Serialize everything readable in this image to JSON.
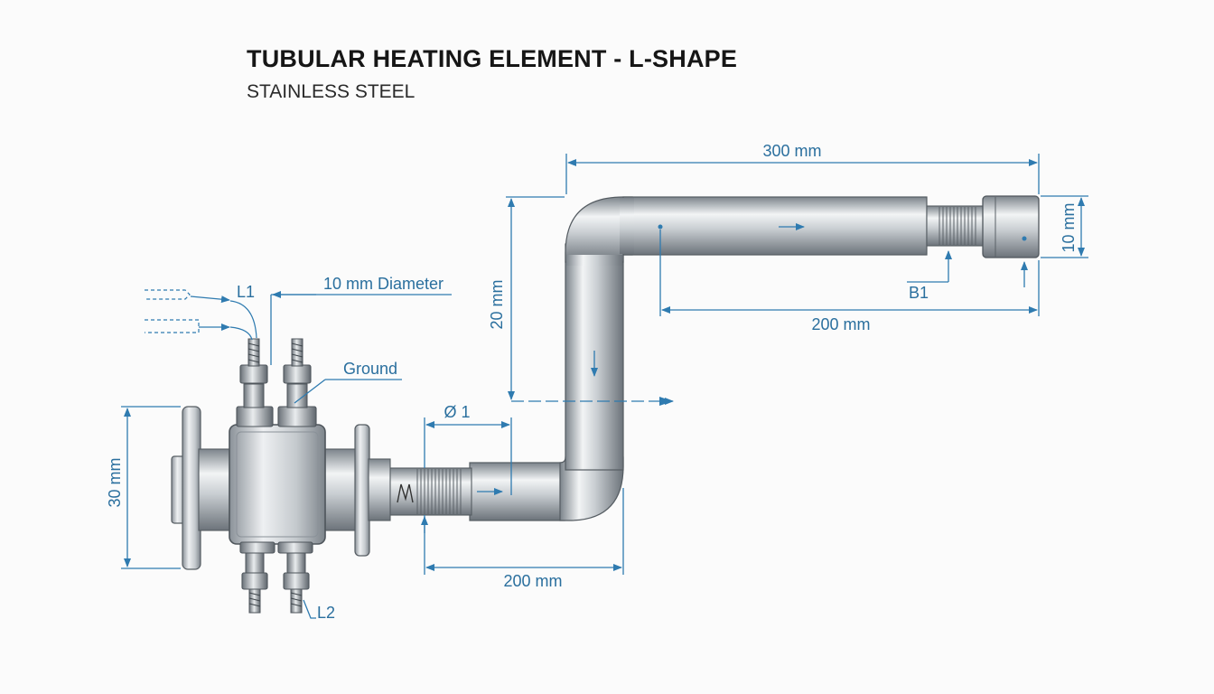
{
  "header": {
    "title": "TUBULAR HEATING ELEMENT - L-SHAPE",
    "subtitle": "STAINLESS STEEL"
  },
  "dimensions": {
    "top_length": "300 mm",
    "right_height": "10 mm",
    "top_lower": "200 mm",
    "vertical": "20 mm",
    "diameter_symbol": "Ø 1",
    "bottom_length": "200 mm",
    "flange_height": "30 mm",
    "diameter_label": "10 mm Diameter"
  },
  "labels": {
    "l1": "L1",
    "l2": "L2",
    "ground": "Ground",
    "b1": "B1"
  },
  "colors": {
    "dimension": "#2f7bb0",
    "metal_dark": "#6e757c",
    "metal_light": "#f4f6f7"
  }
}
